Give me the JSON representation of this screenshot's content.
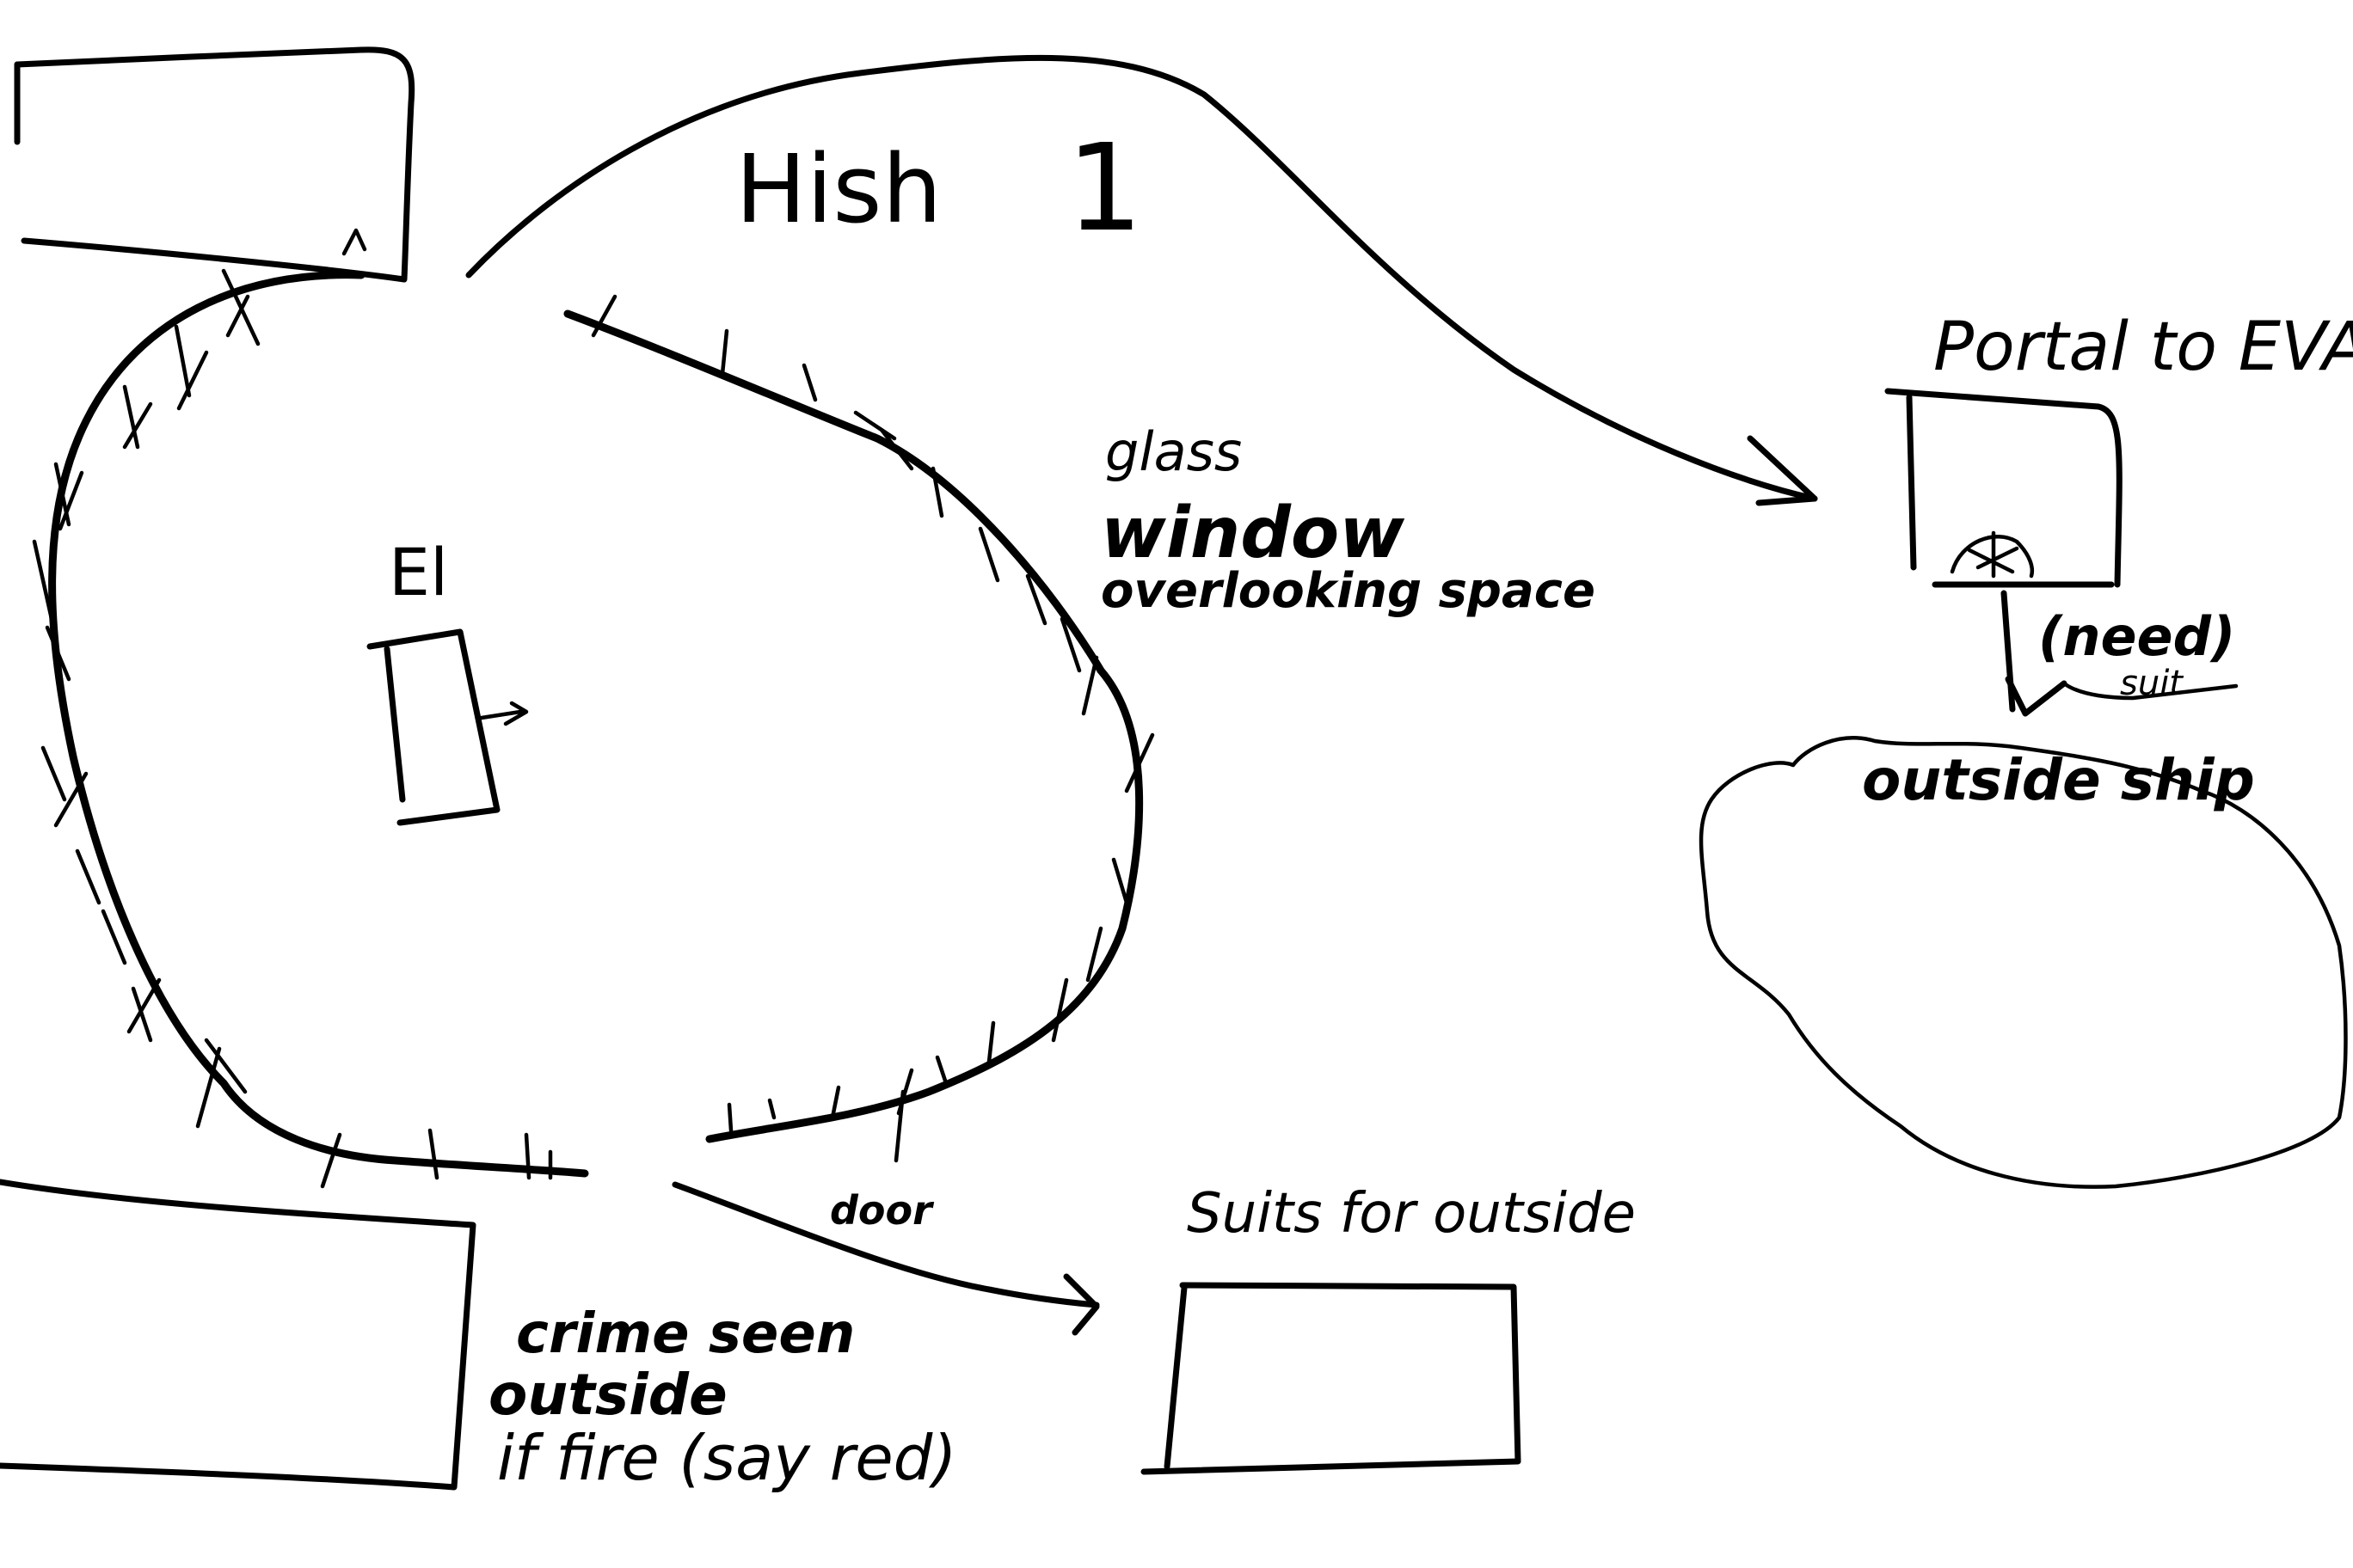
{
  "title": {
    "text": "Hish",
    "number": "1"
  },
  "labels": {
    "el": "El",
    "glass_line1": "glass",
    "glass_line2": "window",
    "glass_line3": "overlooking space",
    "portal": "Portal to EVA",
    "need": "(need)",
    "suit": "suit",
    "outside_ship": "outside ship",
    "door": "door",
    "suits": "Suits for outside",
    "crime_line1": "crime seen",
    "crime_line2": "outside",
    "crime_line3": "if fire (say red)"
  },
  "colors": {
    "ink": "#000000",
    "paper": "#ffffff"
  }
}
